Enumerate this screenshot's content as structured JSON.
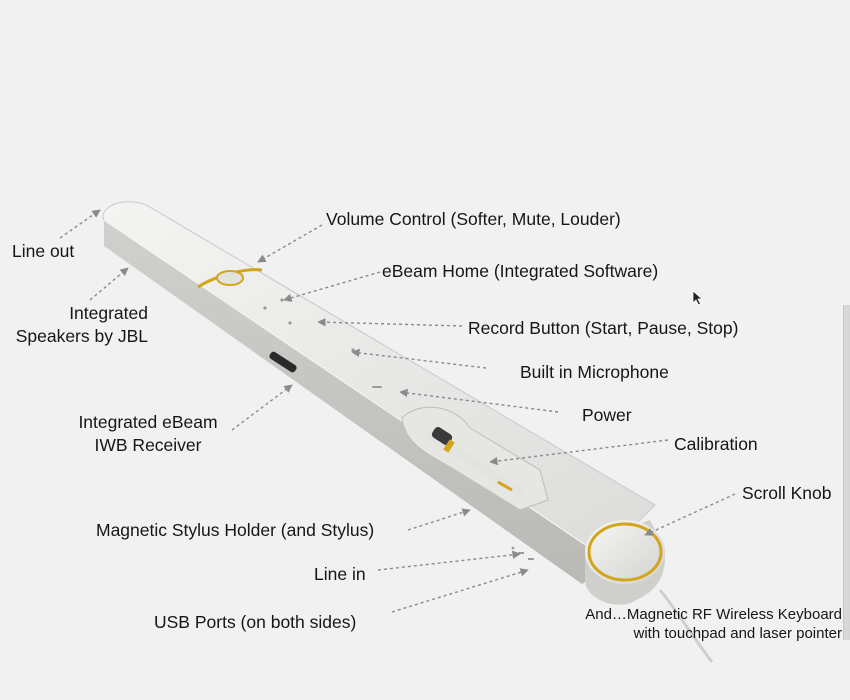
{
  "diagram": {
    "labels": {
      "line_out": "Line out",
      "speakers_line1": "Integrated",
      "speakers_line2": "Speakers by JBL",
      "receiver_line1": "Integrated eBeam",
      "receiver_line2": "IWB Receiver",
      "stylus_holder": "Magnetic Stylus Holder (and Stylus)",
      "line_in": "Line in",
      "usb_ports": "USB Ports (on both sides)",
      "volume_control": "Volume Control (Softer, Mute, Louder)",
      "ebeam_home": "eBeam Home (Integrated Software)",
      "record_button": "Record Button (Start, Pause, Stop)",
      "microphone": "Built in Microphone",
      "power": "Power",
      "calibration": "Calibration",
      "scroll_knob": "Scroll Knob",
      "keyboard_line1": "And…Magnetic RF Wireless Keyboard",
      "keyboard_line2": "with touchpad and laser pointer"
    },
    "colors": {
      "device_body": "#d9d9d6",
      "device_top": "#e8e8e6",
      "accent_gold": "#d3a51d",
      "leader_line": "#8a8a8a",
      "background": "#f1f1f1"
    }
  }
}
